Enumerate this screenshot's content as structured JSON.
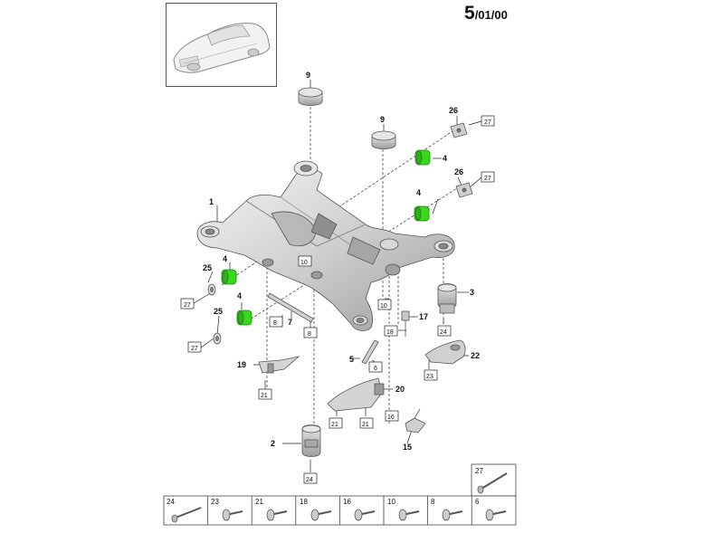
{
  "page": {
    "number_main": "5",
    "number_sub": "/01/00"
  },
  "callouts": {
    "c1": "1",
    "c2": "2",
    "c3": "3",
    "c4a": "4",
    "c4b": "4",
    "c4c": "4",
    "c4d": "4",
    "c5": "5",
    "c7": "7",
    "c9a": "9",
    "c9b": "9",
    "c15": "15",
    "c17": "17",
    "c19": "19",
    "c20": "20",
    "c22": "22",
    "c25a": "25",
    "c25b": "25",
    "c26a": "26",
    "c26b": "26"
  },
  "boxed_refs": {
    "b27a": "27",
    "b27b": "27",
    "b27c": "27",
    "b27d": "27",
    "b10a": "10",
    "b10b": "10",
    "b8a": "8",
    "b8b": "8",
    "b18": "18",
    "b24a": "24",
    "b24b": "24",
    "b23": "23",
    "b6": "6",
    "b16": "16",
    "b21a": "21",
    "b21b": "21",
    "b21c": "21"
  },
  "fastener_table": {
    "top": "27",
    "cells": [
      "24",
      "23",
      "21",
      "18",
      "16",
      "10",
      "8",
      "6"
    ]
  },
  "colors": {
    "highlight": "#39d81d",
    "line": "#222222",
    "part": "#d6d6d6"
  }
}
